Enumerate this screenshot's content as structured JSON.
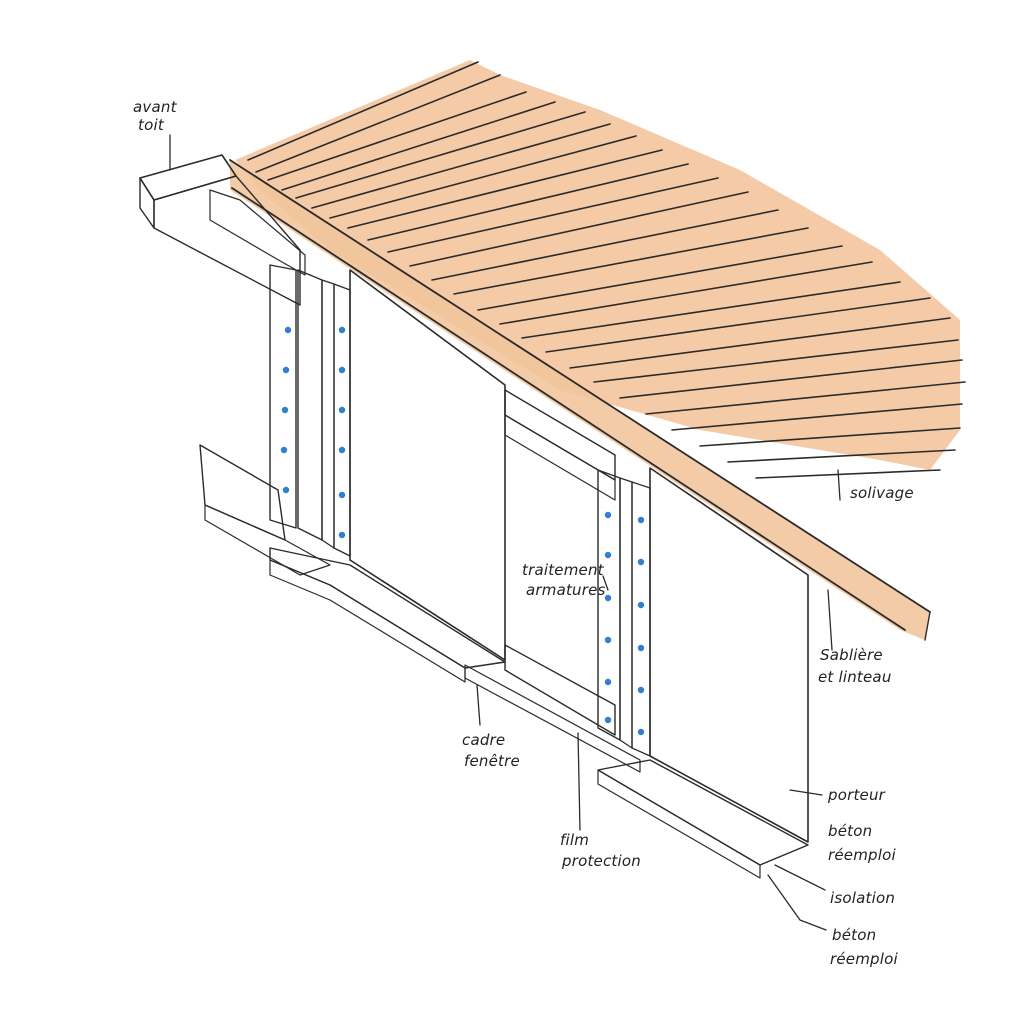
{
  "labels": {
    "avant_toit": [
      "avant",
      "toit"
    ],
    "solivage": "solivage",
    "traitement_armatures": [
      "traitement",
      "armatures"
    ],
    "sabliere_linteau": [
      "Sablière",
      "et linteau"
    ],
    "cadre_fenetre": [
      "cadre",
      "fenêtre"
    ],
    "film_protection": [
      "film",
      "protection"
    ],
    "porteur": "porteur",
    "beton_reemploi_1": [
      "béton",
      "réemploi"
    ],
    "isolation": "isolation",
    "beton_reemploi_2": [
      "béton",
      "réemploi"
    ]
  },
  "colors": {
    "joist_wash": "#f2b98a",
    "ink": "#2b2b2b",
    "green_frame": "#a9c27a",
    "concrete_white": "#f7f2f8",
    "speckle": "#9b5fb0",
    "rebar_dot": "#2e7fd6",
    "steel": "#8f9499",
    "insulation": "#7a5a86"
  }
}
